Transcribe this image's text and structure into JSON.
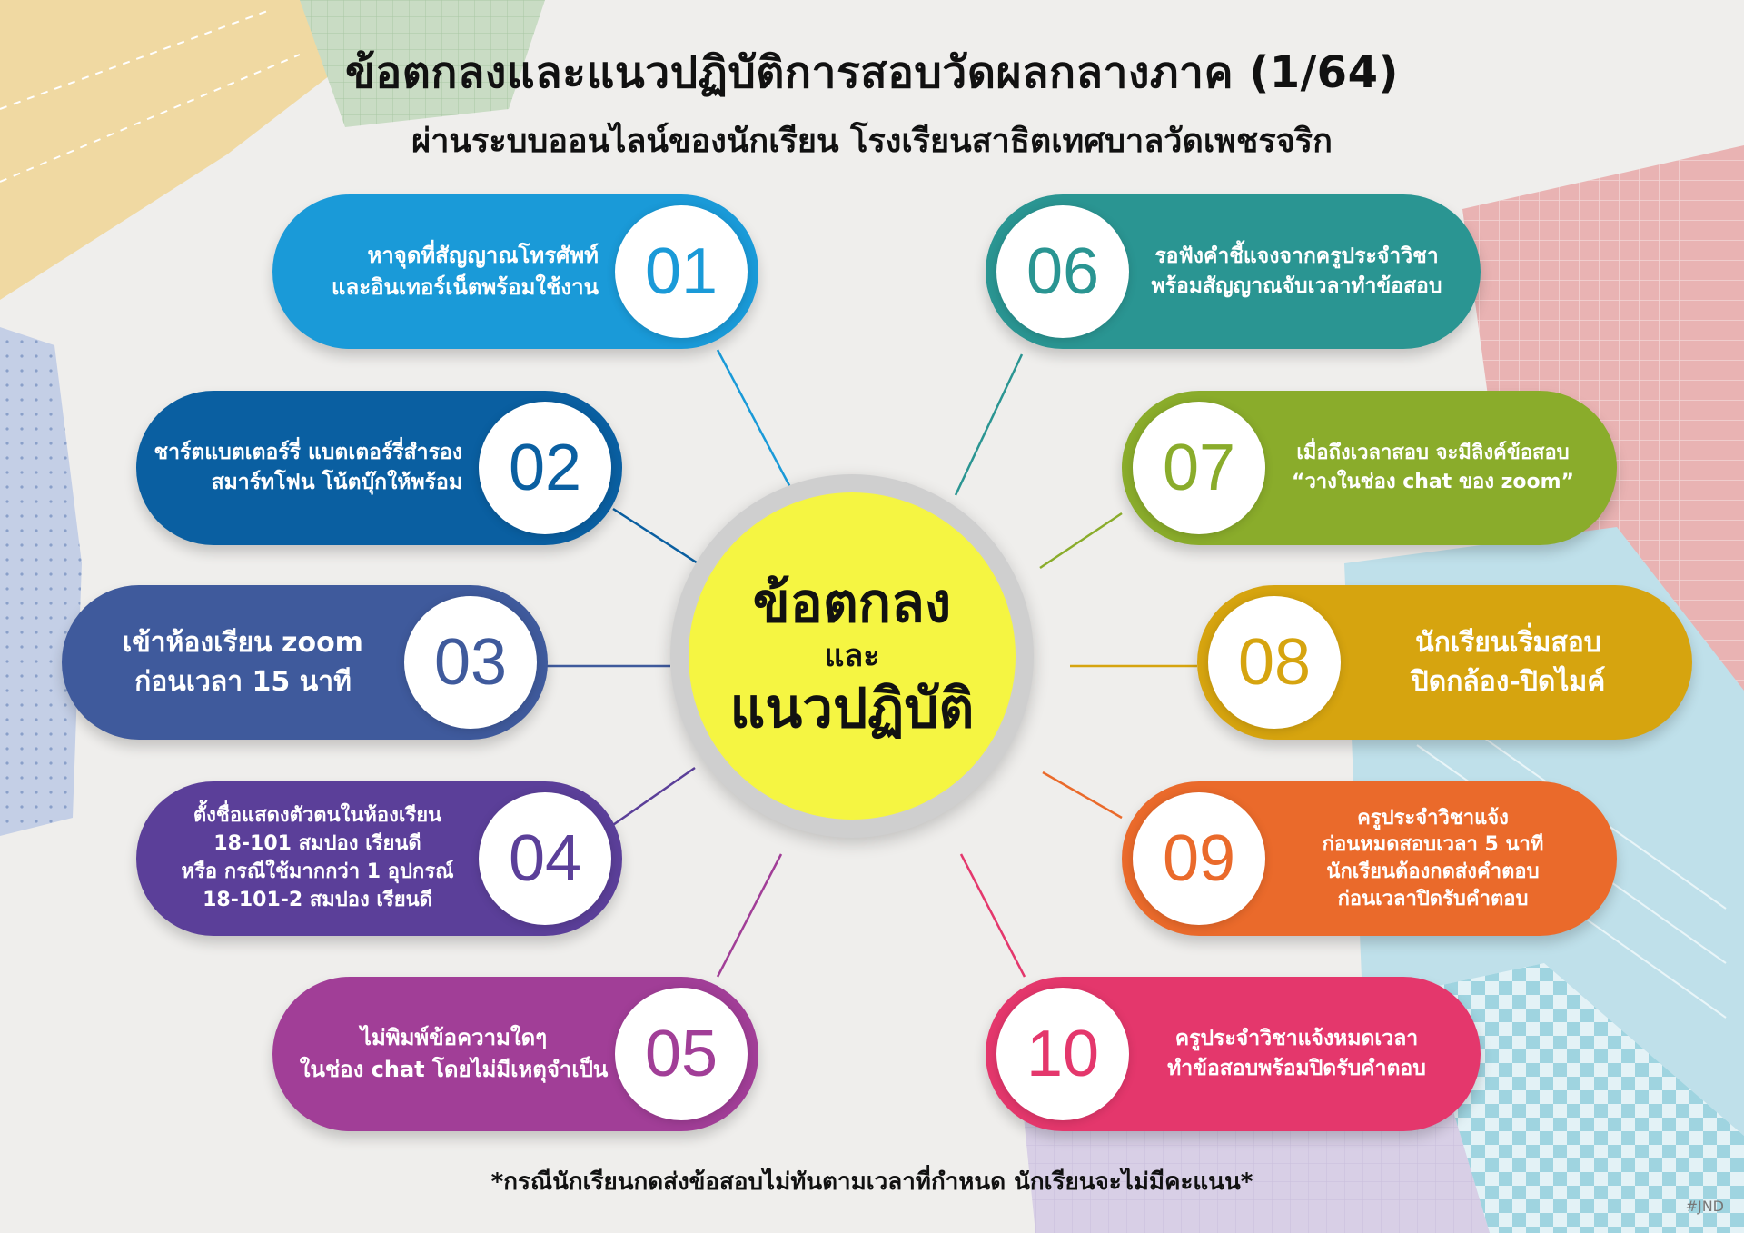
{
  "header": {
    "title": "ข้อตกลงและแนวปฏิบัติการสอบวัดผลกลางภาค (1/64)",
    "subtitle": "ผ่านระบบออนไลน์ของนักเรียน โรงเรียนสาธิตเทศบาลวัดเพชรจริก"
  },
  "center": {
    "line1": "ข้อตกลง",
    "line2": "และ",
    "line3": "แนวปฏิบัติ"
  },
  "items": [
    {
      "number": "01",
      "color": "#1a9ad8",
      "lines": [
        "หาจุดที่สัญญาณโทรศัพท์",
        "และอินเทอร์เน็ตพร้อมใช้งาน"
      ]
    },
    {
      "number": "02",
      "color": "#0a5fa1",
      "lines": [
        "ชาร์ตแบตเตอร์รี่ แบตเตอร์รี่สำรอง",
        "สมาร์ทโฟน โน้ตบุ๊กให้พร้อม"
      ]
    },
    {
      "number": "03",
      "color": "#3f5a9c",
      "lines": [
        "เข้าห้องเรียน zoom",
        "ก่อนเวลา 15 นาที"
      ]
    },
    {
      "number": "04",
      "color": "#5b3f99",
      "lines": [
        "ตั้งชื่อแสดงตัวตนในห้องเรียน",
        "18-101 สมปอง เรียนดี",
        "หรือ กรณีใช้มากกว่า 1 อุปกรณ์",
        "18-101-2 สมปอง เรียนดี"
      ]
    },
    {
      "number": "05",
      "color": "#a13e97",
      "lines": [
        "ไม่พิมพ์ข้อความใดๆ",
        "ในช่อง chat โดยไม่มีเหตุจำเป็น"
      ]
    },
    {
      "number": "06",
      "color": "#2a9592",
      "lines": [
        "รอฟังคำชี้แจงจากครูประจำวิชา",
        "พร้อมสัญญาณจับเวลาทำข้อสอบ"
      ]
    },
    {
      "number": "07",
      "color": "#8aac2b",
      "lines": [
        "เมื่อถึงเวลาสอบ จะมีลิงค์ข้อสอบ",
        "“วางในช่อง chat ของ zoom”"
      ]
    },
    {
      "number": "08",
      "color": "#d6a40f",
      "lines": [
        "นักเรียนเริ่มสอบ",
        "ปิดกล้อง-ปิดไมค์"
      ]
    },
    {
      "number": "09",
      "color": "#ea6a2b",
      "lines": [
        "ครูประจำวิชาแจ้ง",
        "ก่อนหมดสอบเวลา 5 นาที",
        "นักเรียนต้องกดส่งคำตอบ",
        "ก่อนเวลาปิดรับคำตอบ"
      ]
    },
    {
      "number": "10",
      "color": "#e4376c",
      "lines": [
        "ครูประจำวิชาแจ้งหมดเวลา",
        "ทำข้อสอบพร้อมปิดรับคำตอบ"
      ]
    }
  ],
  "footer": "*กรณีนักเรียนกดส่งข้อสอบไม่ทันตามเวลาที่กำหนด นักเรียนจะไม่มีคะแนน*",
  "signature": "#JND"
}
